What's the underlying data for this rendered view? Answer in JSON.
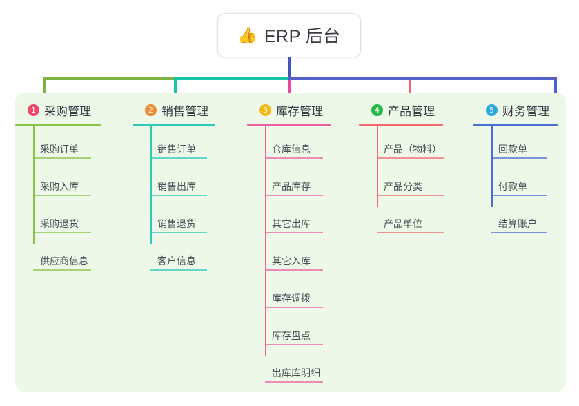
{
  "root": {
    "emoji": "👍",
    "emoji_name": "thumbs-up-icon",
    "title": "ERP 后台"
  },
  "palette": {
    "page_background": "#ffffff",
    "panel_background": "#eef8e8",
    "trunk": "#4455c0",
    "bus_left": "#7cb342",
    "bus_mid": "#16c4a8",
    "bus_right": "#5560c8",
    "text": "#3a3d44"
  },
  "columns": [
    {
      "index": "1",
      "badge_color": "#f0486b",
      "title": "采购管理",
      "line_color": "#8bc34a",
      "rule_width": 124,
      "spine_height": 172,
      "item_rule_width": 84,
      "items": [
        "采购订单",
        "采购入库",
        "采购退货",
        "供应商信息"
      ]
    },
    {
      "index": "2",
      "badge_color": "#f08b30",
      "title": "销售管理",
      "line_color": "#2fcbb6",
      "rule_width": 120,
      "spine_height": 172,
      "item_rule_width": 82,
      "items": [
        "销售订单",
        "销售出库",
        "销售退货",
        "客户信息"
      ]
    },
    {
      "index": "3",
      "badge_color": "#f5b912",
      "title": "库存管理",
      "line_color": "#ef5fa0",
      "rule_width": 122,
      "spine_height": 334,
      "item_rule_width": 84,
      "items": [
        "仓库信息",
        "产品库存",
        "其它出库",
        "其它入库",
        "库存调拨",
        "库存盘点",
        "出库库明细"
      ]
    },
    {
      "index": "4",
      "badge_color": "#21ba45",
      "title": "产品管理",
      "line_color": "#f4696f",
      "rule_width": 122,
      "spine_height": 118,
      "item_rule_width": 98,
      "items": [
        "产品（物料）",
        "产品分类",
        "产品单位"
      ]
    },
    {
      "index": "5",
      "badge_color": "#2aa8e0",
      "title": "财务管理",
      "line_color": "#4b6fd4",
      "rule_width": 122,
      "spine_height": 118,
      "item_rule_width": 80,
      "items": [
        "回款单",
        "付款单",
        "结算账户"
      ]
    }
  ]
}
